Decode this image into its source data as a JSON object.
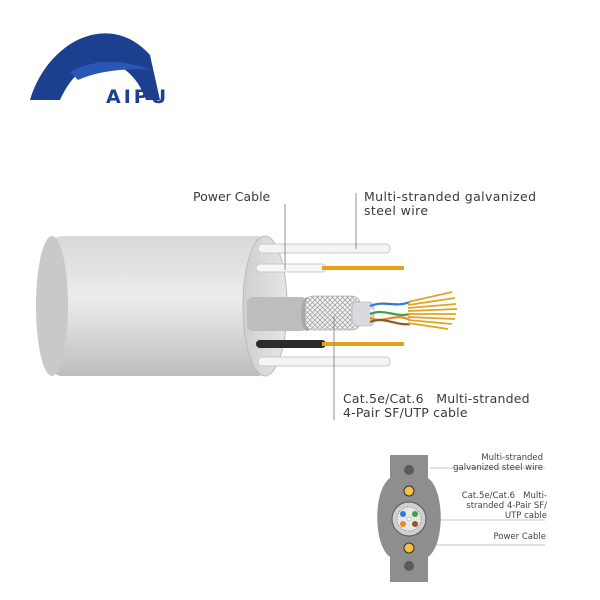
{
  "brand": {
    "name": "AIPU",
    "color": "#1c3f8f",
    "accent": "#2a56b8"
  },
  "diagram": {
    "callouts": {
      "power_cable": "Power Cable",
      "steel_wire_line1": "Multi-stranded galvanized",
      "steel_wire_line2": "steel wire",
      "cat_line1": "Cat.5e/Cat.6   Multi-stranded",
      "cat_line2": "4-Pair SF/UTP cable"
    },
    "cross_section": {
      "steel_line1": "Multi-stranded",
      "steel_line2": "galvanized steel wire",
      "cat_line1": "Cat.5e/Cat.6   Multi-",
      "cat_line2": "stranded 4-Pair SF/",
      "cat_line3": "UTP cable",
      "power": "Power Cable"
    }
  }
}
